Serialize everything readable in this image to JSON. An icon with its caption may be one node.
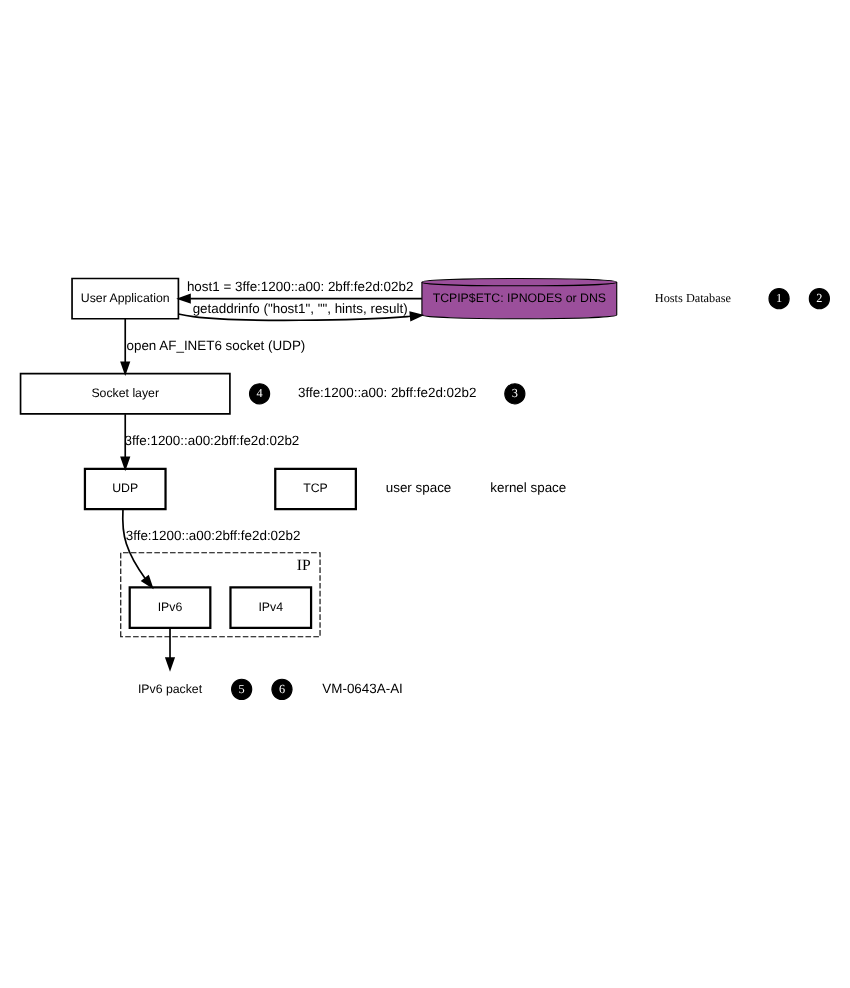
{
  "diagram": {
    "nodes": [
      {
        "text": [
          "User Application"
        ]
      },
      {
        "text": [
          "TCPIP$ETC: IPNODES or DNS"
        ],
        "beside": [
          "Hosts Database"
        ]
      },
      {
        "text": [
          "Socket layer"
        ]
      },
      {
        "text": [
          "TCP"
        ]
      },
      {
        "text": [
          "UDP"
        ]
      },
      {
        "text": [
          "IP"
        ]
      },
      {
        "text": [
          "IPv4"
        ],
        "in": 5
      },
      {
        "text": [
          "IPv6"
        ],
        "in": 5
      },
      {
        "text": [
          "IPv6 packet"
        ]
      }
    ],
    "edges": [
      {
        "from": 0,
        "to": 1,
        "arrow": "to",
        "label": "getaddrinfo (\"host1\", \"\", hints, result)"
      },
      {
        "from": 1,
        "to": 0,
        "arrow": "to",
        "label": "host1 = 3ffe:1200::a00: 2bff:fe2d:02b2"
      },
      {
        "from": 0,
        "to": 2,
        "arrow": "to",
        "label": "open AF_INET6 socket (UDP)"
      },
      {
        "from": 2,
        "to": 4,
        "arrow": "to",
        "label": "3ffe:1200::a00:2bff:fe2d:02b2"
      },
      {
        "from": 4,
        "to": 7,
        "arrow": "to",
        "label": "3ffe:1200::a00:2bff:fe2d:02b2"
      },
      {
        "from": 7,
        "to": 8,
        "arrow": "to"
      }
    ],
    "labels": [
      "1",
      "2",
      "4",
      "3ffe:1200::a00: 2bff:fe2d:02b2",
      "3",
      "user space",
      "kernel space",
      "5",
      "6",
      "VM-0643A-AI"
    ]
  }
}
